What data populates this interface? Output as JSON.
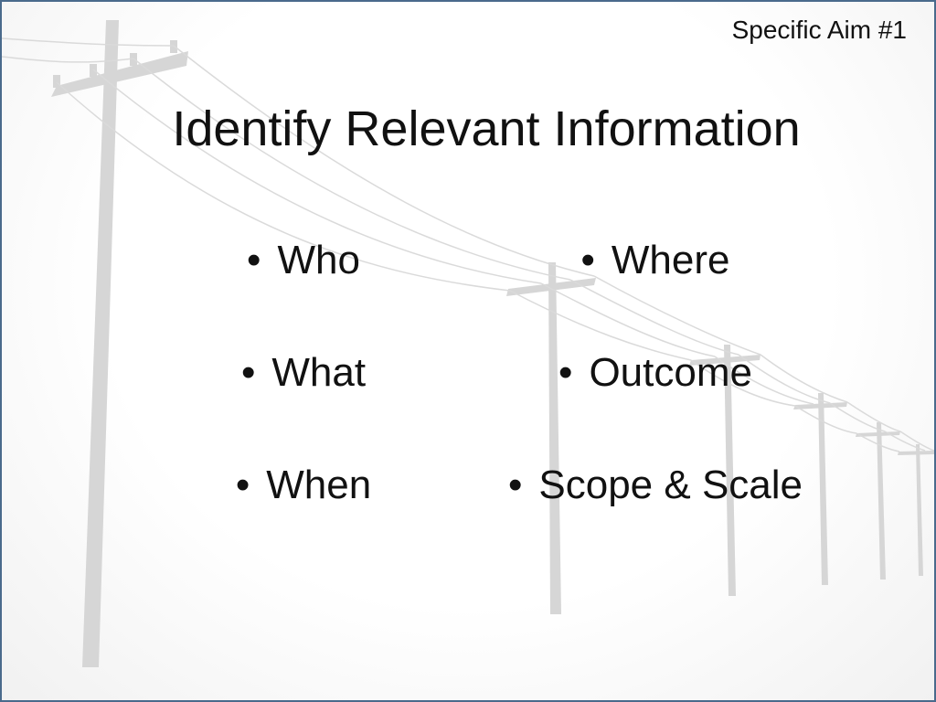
{
  "slide": {
    "aim_label": "Specific Aim #1",
    "title": "Identify Relevant Information",
    "left_items": [
      {
        "label": "Who"
      },
      {
        "label": "What"
      },
      {
        "label": "When"
      }
    ],
    "right_items": [
      {
        "label": "Where"
      },
      {
        "label": "Outcome"
      },
      {
        "label": "Scope & Scale"
      }
    ],
    "bullet_glyph": "•"
  },
  "colors": {
    "frame": "#4a6a8c",
    "text": "#111111",
    "poles": "#d4d4d4"
  }
}
